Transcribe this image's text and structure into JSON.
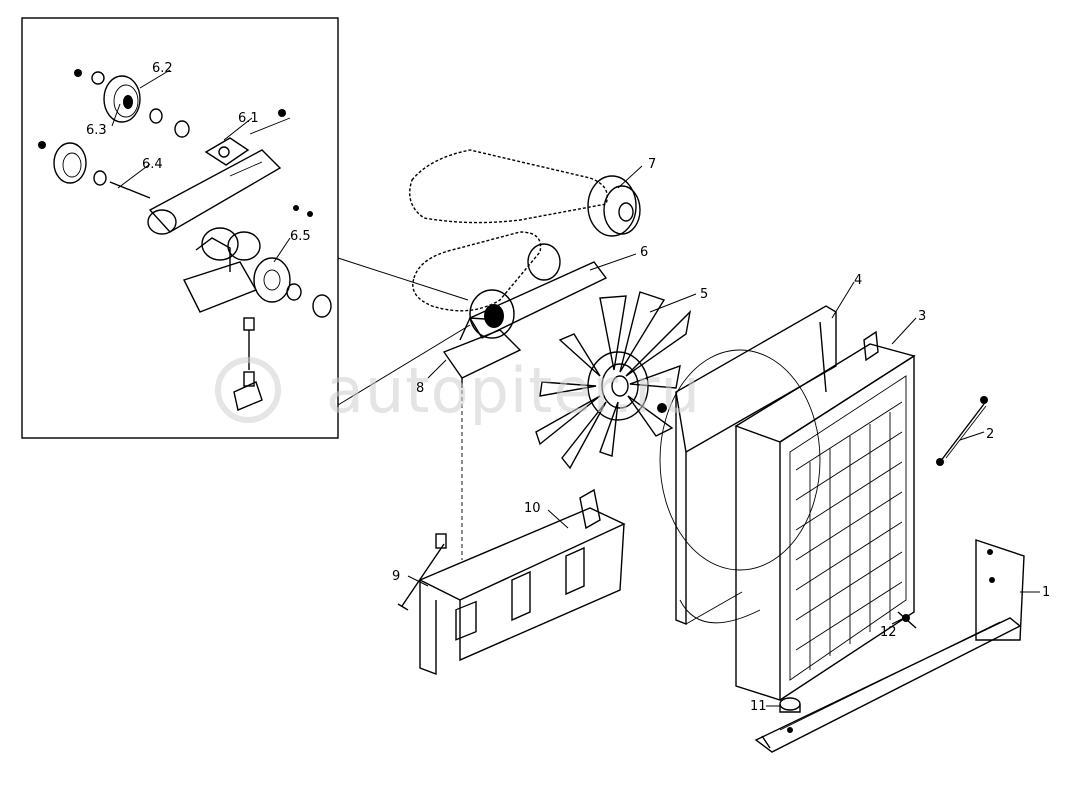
{
  "callouts": {
    "p6_2": "6.2",
    "p6_1": "6.1",
    "p6_3": "6.3",
    "p6_4": "6.4",
    "p6_5": "6.5",
    "p7": "7",
    "p6": "6",
    "p5": "5",
    "p4": "4",
    "p3": "3",
    "p8": "8",
    "p2": "2",
    "p10": "10",
    "p9": "9",
    "p1": "1",
    "p12": "12",
    "p11": "11"
  },
  "watermark": {
    "text": "autopiter.ru"
  }
}
